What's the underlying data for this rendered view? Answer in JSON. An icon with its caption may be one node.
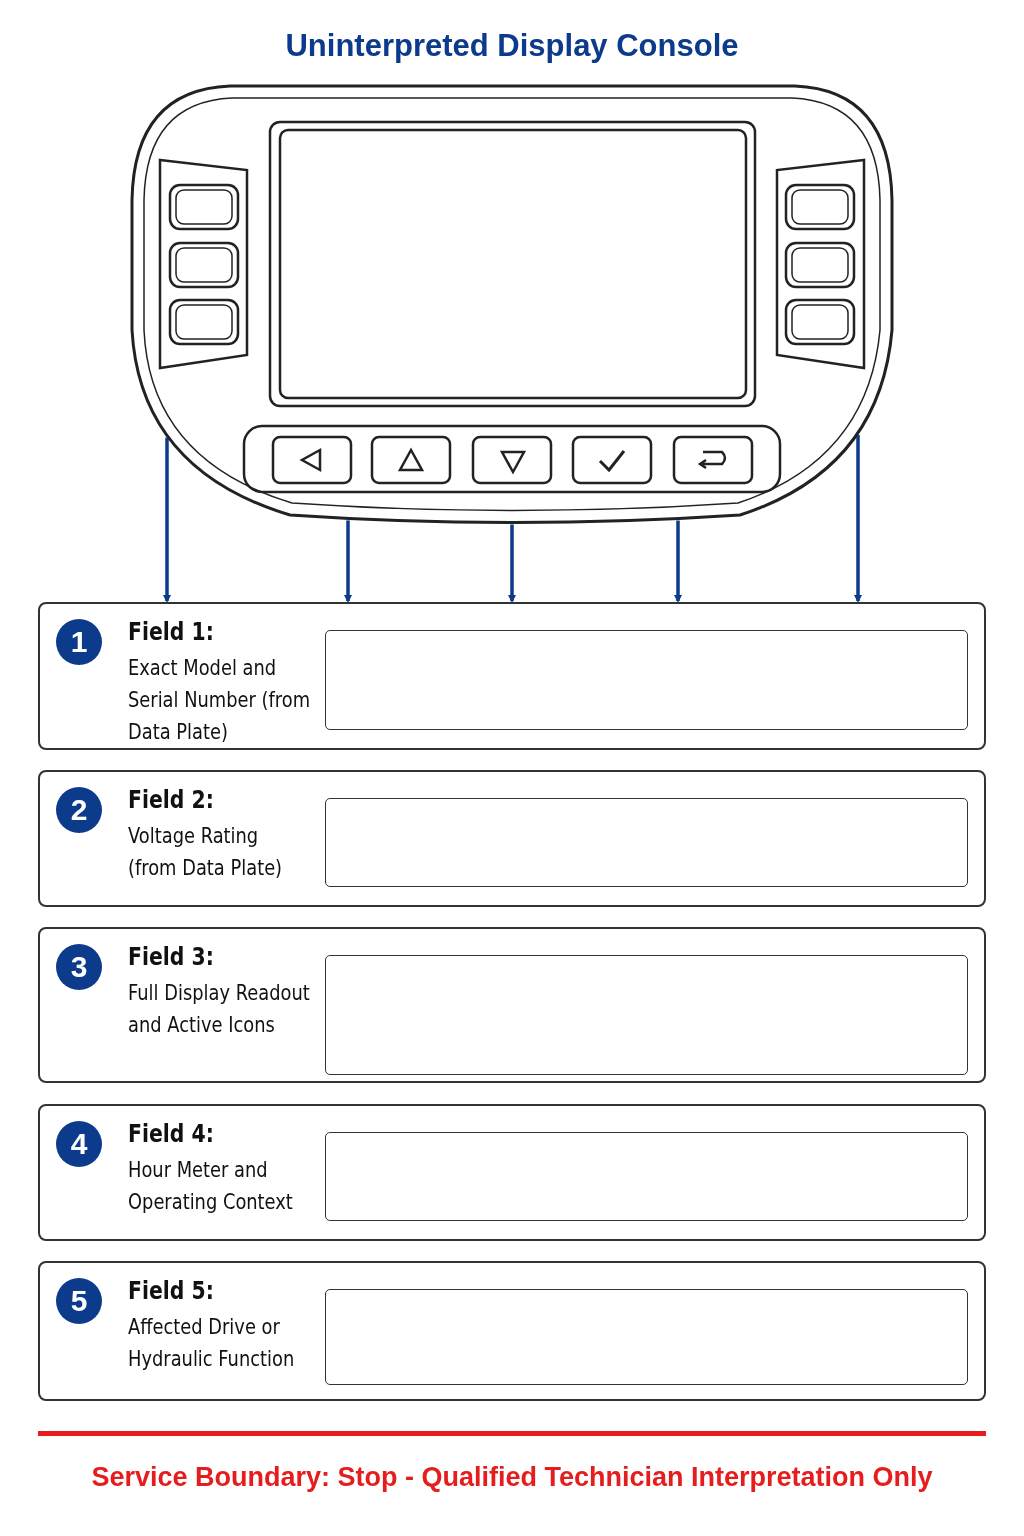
{
  "diagram": {
    "title": "Uninterpreted Display Console",
    "caption": "Service Boundary: Stop - Qualified Technician Interpretation Only",
    "nodes": [
      {
        "text": [],
        "shape": "picture"
      },
      {
        "text": [
          "Field 1:",
          "Exact Model and Serial Number (from Data Plate)"
        ]
      },
      {
        "text": [
          "1"
        ],
        "in": 1
      },
      {
        "text": [],
        "shape": "box",
        "in": 1
      },
      {
        "text": [
          "Field 2:",
          "Voltage Rating (from Data Plate)"
        ]
      },
      {
        "text": [
          "2"
        ],
        "in": 4
      },
      {
        "text": [],
        "shape": "box",
        "in": 4
      },
      {
        "text": [
          "Field 3:",
          "Full Display Readout and Active Icons"
        ]
      },
      {
        "text": [
          "3"
        ],
        "in": 7
      },
      {
        "text": [],
        "shape": "box",
        "in": 7
      },
      {
        "text": [
          "Field 4:",
          "Hour Meter and Operating Context"
        ]
      },
      {
        "text": [
          "4"
        ],
        "in": 10
      },
      {
        "text": [],
        "shape": "box",
        "in": 10
      },
      {
        "text": [
          "Field 5:",
          "Affected Drive or Hydraulic Function"
        ]
      },
      {
        "text": [
          "5"
        ],
        "in": 13
      },
      {
        "text": [],
        "shape": "box",
        "in": 13
      }
    ],
    "edges": [
      {
        "from": 0,
        "to": 1,
        "arrow": "to"
      },
      {
        "from": 0,
        "to": 1,
        "arrow": "to"
      },
      {
        "from": 0,
        "to": 1,
        "arrow": "to"
      },
      {
        "from": 0,
        "to": 1,
        "arrow": "to"
      },
      {
        "from": 0,
        "to": 1,
        "arrow": "to"
      }
    ]
  }
}
